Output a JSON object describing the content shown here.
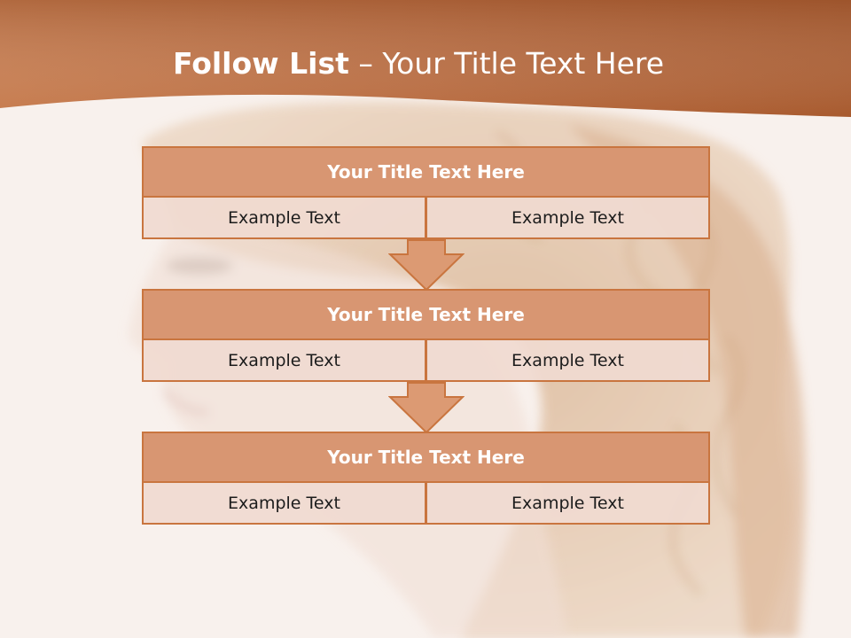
{
  "slide": {
    "title_bold": "Follow List",
    "title_rest": " – Your Title Text Here",
    "blocks": [
      {
        "title": "Your Title Text Here",
        "left": "Example Text",
        "right": "Example Text"
      },
      {
        "title": "Your Title Text Here",
        "left": "Example Text",
        "right": "Example Text"
      },
      {
        "title": "Your Title Text Here",
        "left": "Example Text",
        "right": "Example Text"
      }
    ]
  },
  "colors": {
    "header_band": "#c47044",
    "block_title_fill": "#d89672",
    "block_border": "#c9753f",
    "cell_fill": "#f0dad0",
    "arrow_fill": "#dc9a73",
    "background": "#f8f1ed"
  }
}
